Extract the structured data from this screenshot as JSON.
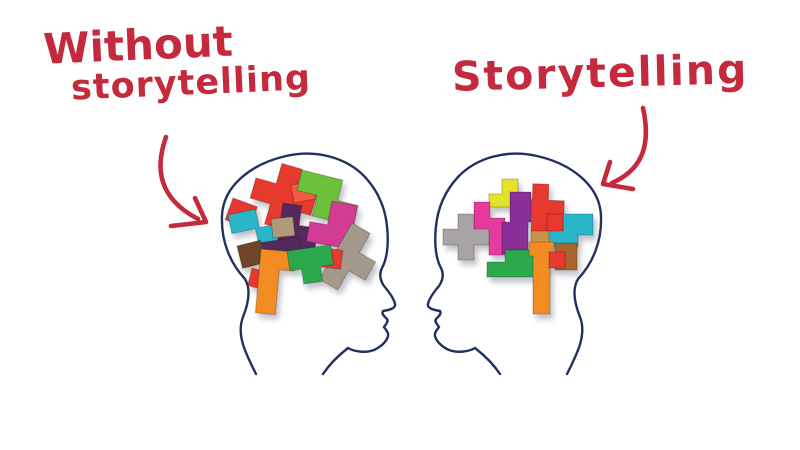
{
  "labels": {
    "left": {
      "line1": "Without",
      "line2": "storytelling"
    },
    "right": {
      "text": "Storytelling"
    }
  },
  "colors": {
    "ink_red": "#c5293d",
    "head_outline": "#22305f",
    "background": "#ffffff",
    "blocks": {
      "red": "#e8392e",
      "coral": "#f15b40",
      "dark_red": "#8e2430",
      "green_light": "#6cc13b",
      "green": "#2ca84d",
      "teal": "#29b6c8",
      "purple_dark": "#542a5e",
      "purple": "#8a2f97",
      "magenta": "#d23c94",
      "pink": "#e83a9e",
      "yellow": "#e3e32b",
      "orange": "#f28b22",
      "brown_dark": "#6e4527",
      "brown": "#a9632c",
      "tan": "#b2997b",
      "tan_light": "#c8924f",
      "gray_warm": "#a39a8c",
      "gray": "#a8a4a3"
    }
  }
}
